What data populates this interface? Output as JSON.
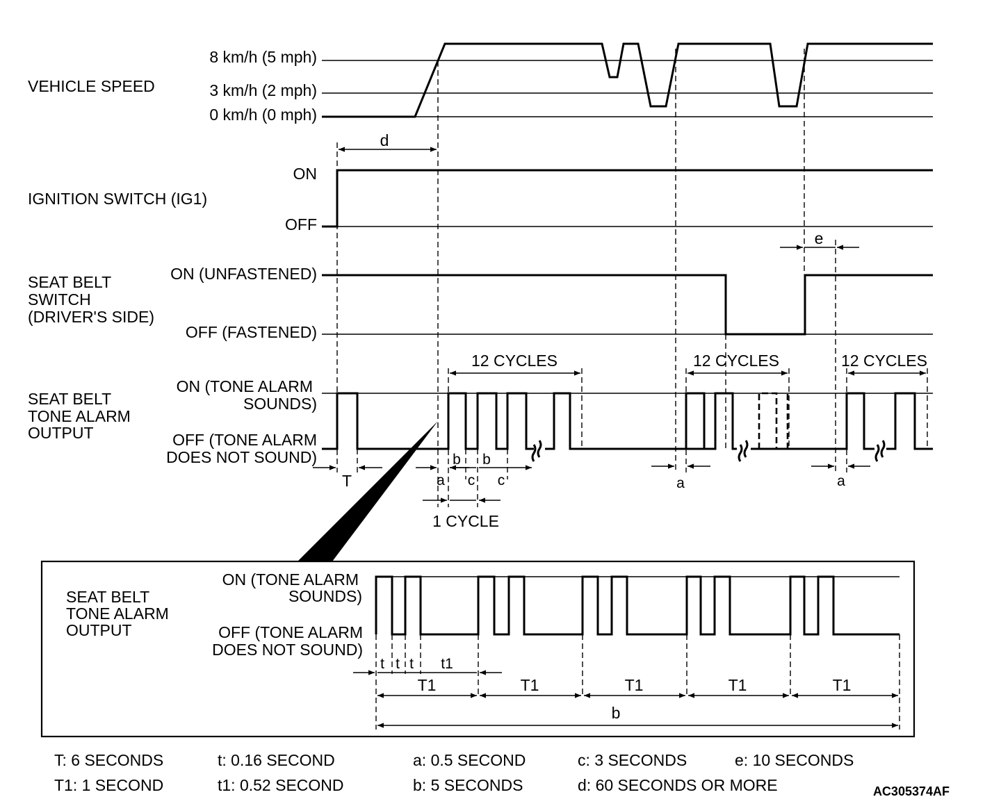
{
  "signals": {
    "vehicle_speed": "VEHICLE SPEED",
    "speed_8": "8 km/h (5 mph)",
    "speed_3": "3 km/h (2 mph)",
    "speed_0": "0 km/h (0 mph)",
    "ignition_switch": "IGNITION SWITCH (IG1)",
    "ign_on": "ON",
    "ign_off": "OFF",
    "seat_belt_switch_1": "SEAT BELT",
    "seat_belt_switch_2": "SWITCH",
    "seat_belt_switch_3": "(DRIVER'S SIDE)",
    "sw_on": "ON (UNFASTENED)",
    "sw_off": "OFF (FASTENED)",
    "alarm_1": "SEAT BELT",
    "alarm_2": "TONE ALARM",
    "alarm_3": "OUTPUT",
    "alarm_on_1": "ON (TONE ALARM",
    "alarm_on_2": "SOUNDS)",
    "alarm_off_1": "OFF (TONE ALARM",
    "alarm_off_2": "DOES NOT SOUND)"
  },
  "marks": {
    "d": "d",
    "e": "e",
    "a": "a",
    "b": "b",
    "c": "c",
    "T": "T",
    "t": "t",
    "t1": "t1",
    "T1": "T1",
    "cycles12": "12 CYCLES",
    "cycle1": "1 CYCLE"
  },
  "legend": {
    "T": "T: 6 SECONDS",
    "T1": "T1: 1 SECOND",
    "t": "t: 0.16 SECOND",
    "t1": "t1: 0.52 SECOND",
    "a": "a: 0.5 SECOND",
    "b": "b: 5 SECONDS",
    "c": "c: 3 SECONDS",
    "d": "d: 60 SECONDS  OR MORE",
    "e": "e: 10 SECONDS"
  },
  "figure_code": "AC305374AF"
}
